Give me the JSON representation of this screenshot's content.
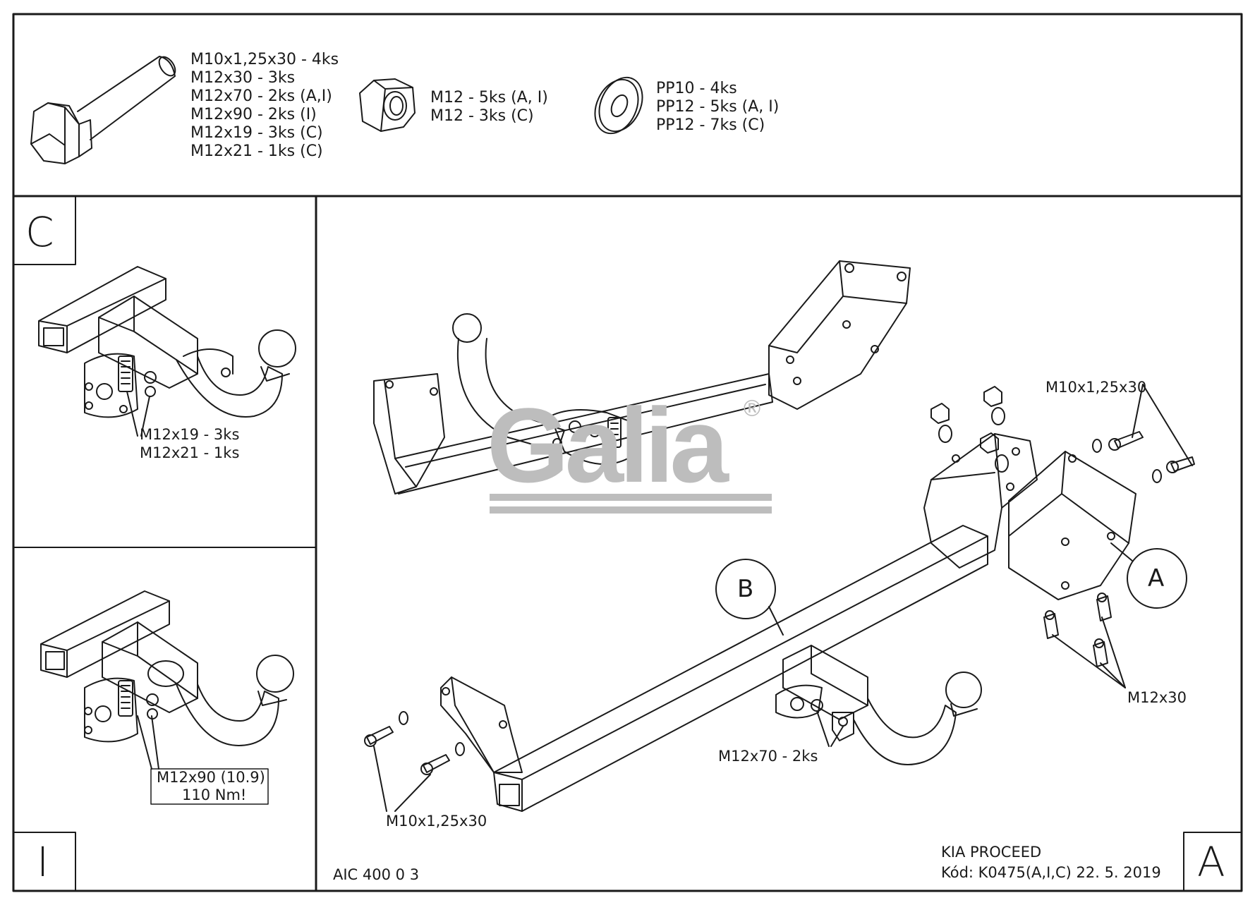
{
  "hardware": {
    "bolts": [
      "M10x1,25x30 - 4ks",
      "M12x30 - 3ks",
      "M12x70 - 2ks (A,I)",
      "M12x90 - 2ks (I)",
      "M12x19 - 3ks (C)",
      "M12x21 - 1ks (C)"
    ],
    "nuts": [
      "M12 - 5ks (A, I)",
      "M12 - 3ks (C)"
    ],
    "washers": [
      "PP10 - 4ks",
      "PP12 - 5ks (A, I)",
      "PP12 - 7ks (C)"
    ]
  },
  "panel_c": {
    "letter": "C",
    "label_1": "M12x19 - 3ks",
    "label_2": "M12x21 - 1ks"
  },
  "panel_i": {
    "letter": "I",
    "label_1": "M12x90 (10.9)",
    "label_2": "110 Nm!"
  },
  "main": {
    "letter": "A",
    "callout_a": "A",
    "callout_b": "B",
    "label_bolt_top": "M10x1,25x30",
    "label_bolt_left": "M10x1,25x30",
    "label_m12x30": "M12x30",
    "label_m12x70": "M12x70 - 2ks",
    "logo_text": "Galia",
    "logo_mark": "®"
  },
  "footer": {
    "drawing_code": "AIC 400 0 3",
    "vehicle": "KIA PROCEED",
    "code_date": "Kód: K0475(A,I,C)  22. 5. 2019"
  },
  "colors": {
    "line": "#1a1a1a",
    "watermark": "#bdbdbd"
  }
}
